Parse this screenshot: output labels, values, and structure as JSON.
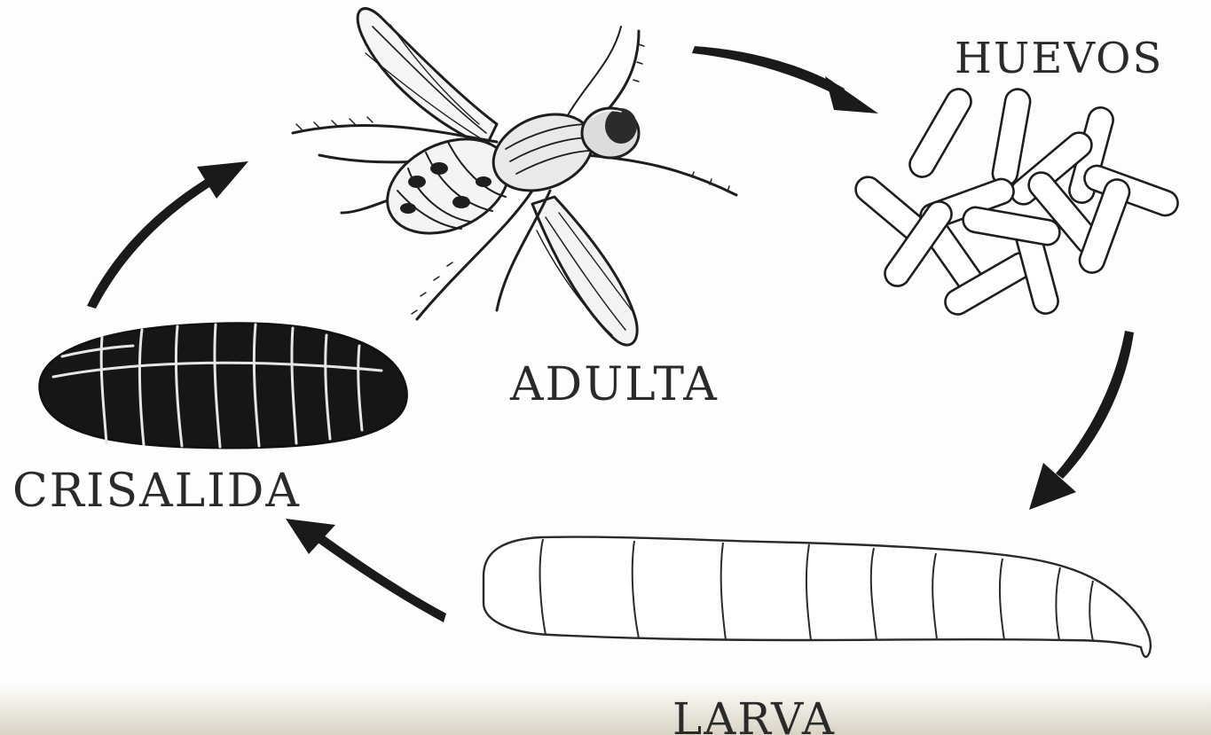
{
  "diagram": {
    "stages": {
      "eggs": "HUEVOS",
      "adult": "ADULTA",
      "pupa": "CRISALIDA",
      "larva": "LARVA"
    },
    "colors": {
      "ink": "#1a1a1a",
      "pupa_fill": "#161616",
      "background": "#fdfdfd"
    },
    "icons": [
      "fly-adult-illustration",
      "eggs-cluster-illustration",
      "larva-illustration",
      "pupa-illustration"
    ]
  }
}
